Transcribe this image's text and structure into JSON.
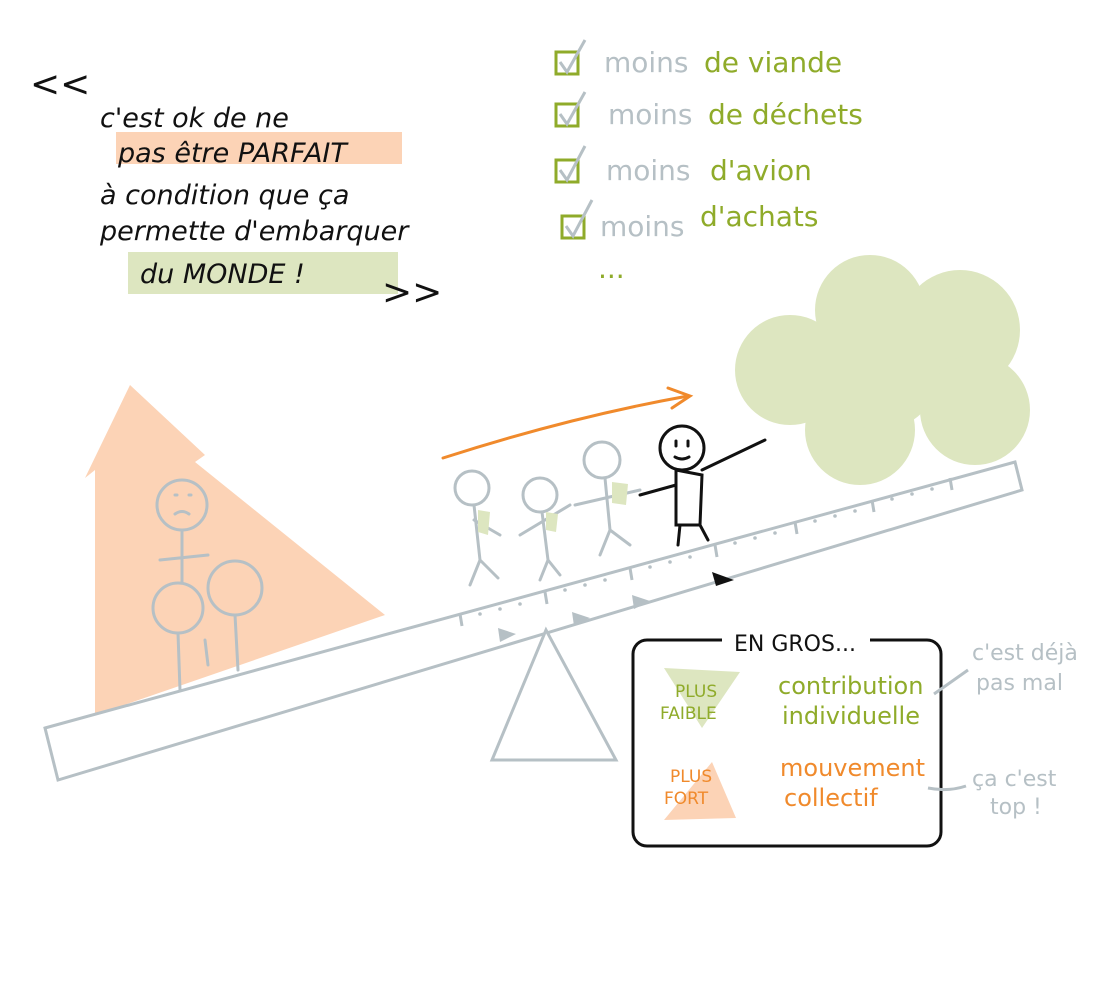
{
  "quote": {
    "open_mark": "<<",
    "line1": "c'est ok de ne",
    "line2": "pas être PARFAIT",
    "line3": "à condition que ça",
    "line4": "permette d'embarquer",
    "line5": "du MONDE !",
    "close_mark": ">>"
  },
  "checklist": {
    "items": [
      {
        "prefix": "moins",
        "text": "de viande"
      },
      {
        "prefix": "moins",
        "text": "de déchets"
      },
      {
        "prefix": "moins",
        "text": "d'avion"
      },
      {
        "prefix": "moins",
        "text": "d'achats"
      }
    ],
    "ellipsis": "..."
  },
  "legend": {
    "title": "EN GROS...",
    "weak_label_1": "PLUS",
    "weak_label_2": "FAIBLE",
    "weak_desc_1": "contribution",
    "weak_desc_2": "individuelle",
    "strong_label_1": "PLUS",
    "strong_label_2": "FORT",
    "strong_desc_1": "mouvement",
    "strong_desc_2": "collectif",
    "note_weak_1": "c'est déjà",
    "note_weak_2": "pas mal",
    "note_strong_1": "ça c'est",
    "note_strong_2": "top !"
  },
  "colors": {
    "orange": "#f08a2c",
    "orange_fill": "#fcd3b6",
    "green": "#8fab2a",
    "green_fill": "#dde6c0",
    "grey": "#b6c0c5",
    "ink": "#111111"
  }
}
